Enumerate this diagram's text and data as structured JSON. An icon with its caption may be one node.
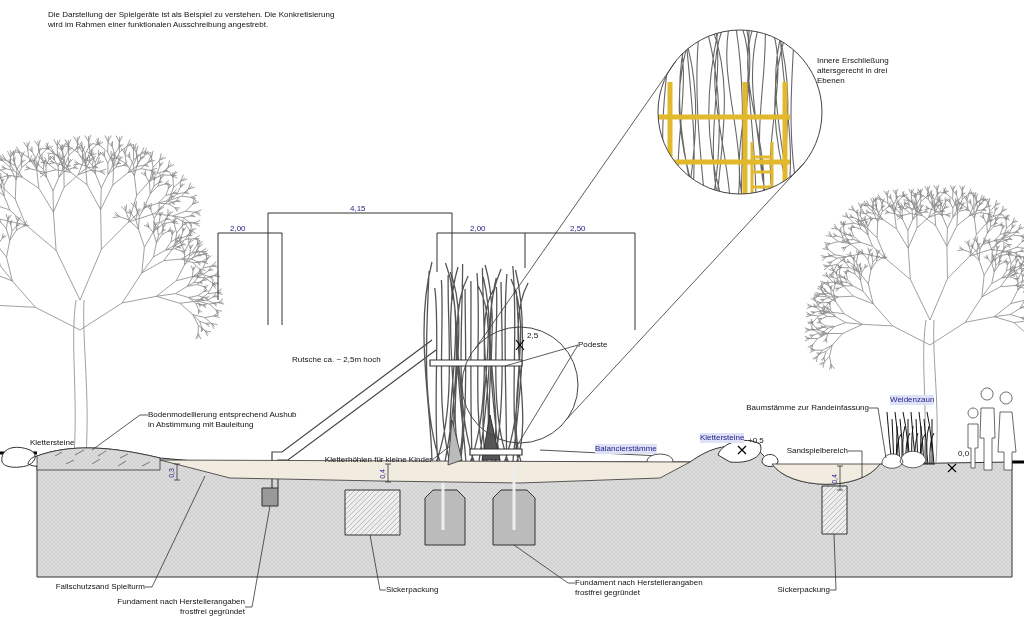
{
  "diagram": {
    "nodes": [
      {
        "text": [
          "Innere Erschließung altersgerecht in drei Ebenen"
        ]
      },
      {
        "text": [],
        "shape": "circle"
      },
      {
        "text": [
          "Podeste"
        ]
      },
      {
        "text": [
          "Kletterhöhlen für kleine Kinder"
        ]
      },
      {
        "text": [
          "Bodenmodellierung entsprechend Aushub in Abstimmung mit Bauleitung"
        ]
      },
      {
        "text": [
          "Baumstämme zur Randeinfassung"
        ]
      },
      {
        "text": [
          "Sandspielbereich"
        ]
      },
      {
        "text": [
          "Fallschutzsand Spielturm"
        ]
      },
      {
        "text": [
          "Fundament nach Herstellerangaben frostfrei gegründet"
        ]
      },
      {
        "text": [
          "Sickerpackung"
        ]
      },
      {
        "text": [
          "Fundament nach Herstellerangaben frostfrei gegründet"
        ]
      },
      {
        "text": [
          "Sickerpackung"
        ]
      },
      {
        "text": [],
        "shape": "bar"
      },
      {
        "text": [],
        "shape": "bar"
      },
      {
        "text": [],
        "shape": "picture"
      },
      {
        "text": [],
        "shape": "picture"
      },
      {
        "text": [],
        "shape": "picture"
      },
      {
        "text": [],
        "shape": "picture"
      },
      {
        "text": [],
        "shape": "picture"
      },
      {
        "text": [],
        "shape": "box"
      },
      {
        "text": [],
        "shape": "box"
      },
      {
        "text": [],
        "shape": "box"
      },
      {
        "text": [],
        "shape": "box"
      }
    ],
    "edges": [
      {
        "from": 1,
        "to": 0,
        "arrow": "none"
      },
      {
        "from": 1,
        "to": 0,
        "arrow": "none"
      },
      {
        "from": 2,
        "to": 12,
        "arrow": "none"
      },
      {
        "from": 2,
        "to": 13,
        "arrow": "none"
      },
      {
        "from": 3,
        "to": 14,
        "arrow": "none"
      },
      {
        "from": 4,
        "to": 15,
        "arrow": "none"
      },
      {
        "from": 5,
        "to": 16,
        "arrow": "none"
      },
      {
        "from": 6,
        "to": 17,
        "arrow": "none"
      },
      {
        "from": 7,
        "to": 18,
        "arrow": "none"
      },
      {
        "from": 8,
        "to": 19,
        "arrow": "none"
      },
      {
        "from": 9,
        "to": 20,
        "arrow": "none"
      },
      {
        "from": 10,
        "to": 21,
        "arrow": "none"
      },
      {
        "from": 11,
        "to": 22,
        "arrow": "none"
      }
    ],
    "labels": [
      "Die Darstellung der Spielgeräte ist als Beispiel zu verstehen. Die Konkretisierung wird im Rahmen einer funktionalen Ausschreibung angestrebt.",
      "4,15",
      "2,00",
      "2,00",
      "2,50",
      "Rutsche ca. ~ 2,5m hoch",
      "2,5",
      "Klettersteine",
      "Balancierstämme",
      "Klettersteine",
      "+0,5",
      "Weidenzaun",
      "0,0",
      "0,3",
      "0,4",
      "0,4"
    ]
  }
}
